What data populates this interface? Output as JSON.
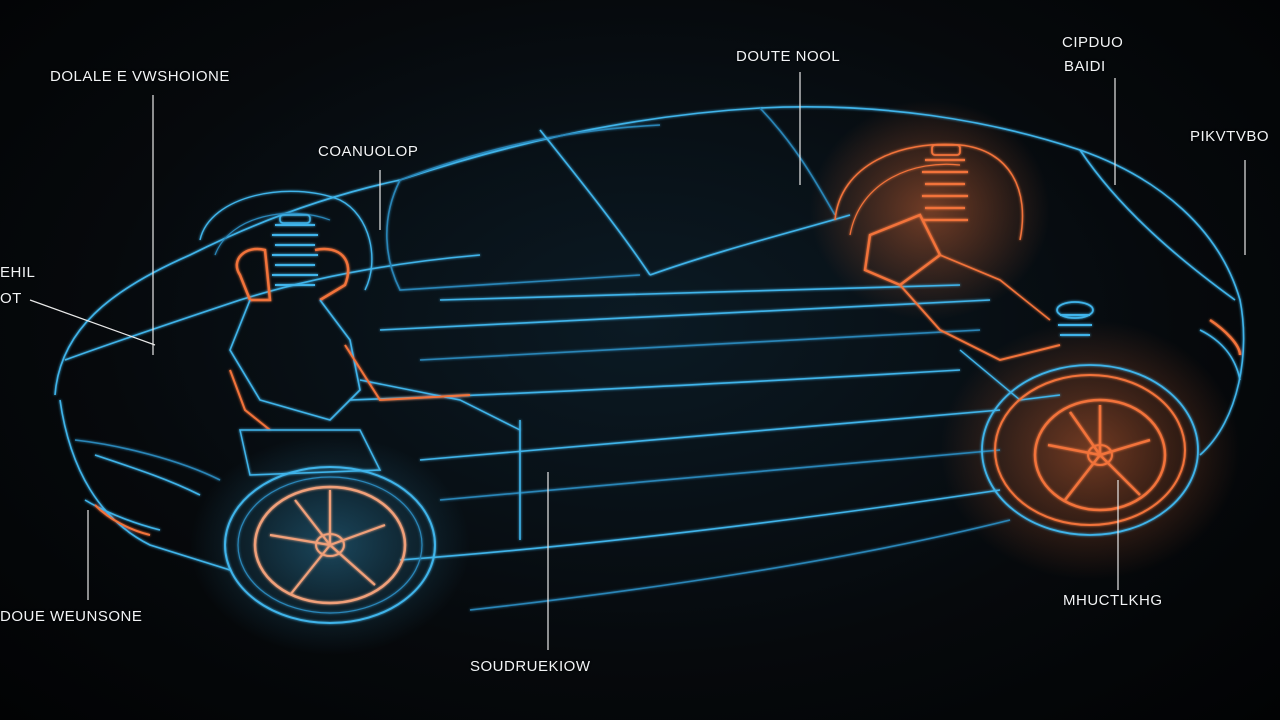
{
  "diagram": {
    "labels": {
      "top_left": "DOLALE E VWSHOIONE",
      "left_mid_1": "EHIL",
      "left_mid_2": "OT",
      "front_upper": "COANUOLOP",
      "top_center": "DOUTE NOOL",
      "top_right_1": "CIPDUO",
      "top_right_2": "BAIDI",
      "right": "PIKVTVBO",
      "bottom_left": "DOUE WEUNSONE",
      "bottom_center": "SOUDRUEKIOW",
      "bottom_right": "MHUCTLKHG"
    },
    "colors": {
      "background": "#050709",
      "chassis_blue": "#3fb4ea",
      "suspension_orange": "#f2733a",
      "label_text": "#f2f4f6"
    },
    "icons": [
      "car-wireframe",
      "coil-spring",
      "wheel"
    ]
  }
}
